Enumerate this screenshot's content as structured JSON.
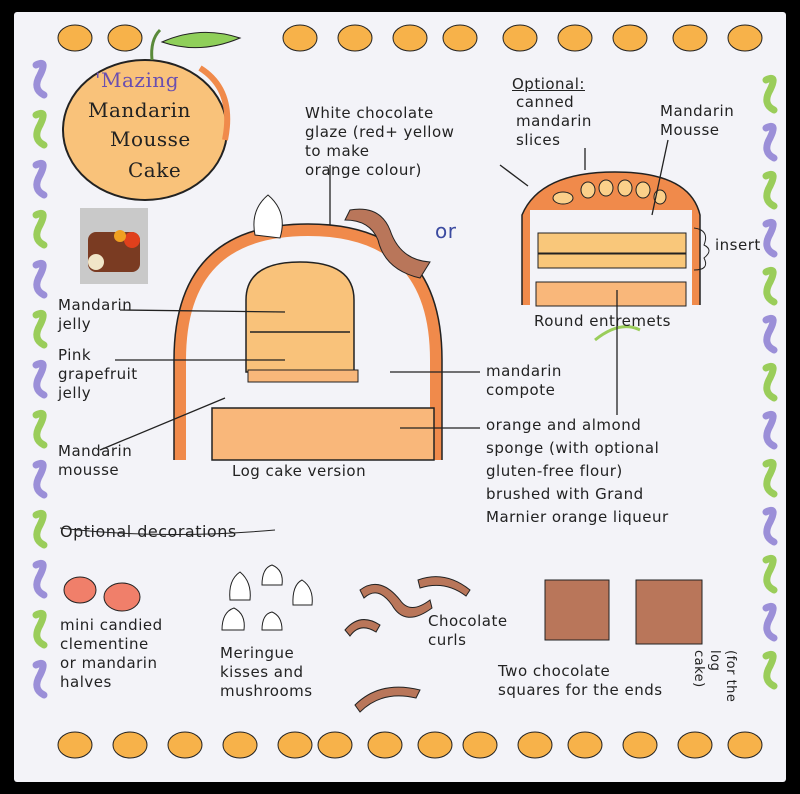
{
  "title": {
    "lines": [
      "'Mazing",
      "Mandarin",
      "Mousse",
      "Cake"
    ]
  },
  "labels": {
    "glaze": "White chocolate\nglaze (red+ yellow\nto make\norange colour)",
    "or": "or",
    "optional_heading": "Optional:",
    "optional_slices": "canned\nmandarin\nslices",
    "mandarin_mousse_round": "Mandarin\nMousse",
    "insert": "insert",
    "round_entremets": "Round entremets",
    "mandarin_jelly": "Mandarin\njelly",
    "pink_grapefruit_jelly": "Pink\ngrapefruit\njelly",
    "mandarin_mousse_log": "Mandarin\nmousse",
    "log_cake_version": "Log cake version",
    "mandarin_compote": "mandarin\ncompote",
    "sponge": "orange and almond\nsponge (with optional\ngluten-free flour)\nbrushed with Grand\nMarnier orange liqueur"
  },
  "decorations": {
    "heading": "Optional decorations",
    "candied": "mini candied\nclementine\nor mandarin\nhalves",
    "meringue": "Meringue\nkisses and\nmushrooms",
    "curls": "Chocolate\ncurls",
    "squares": "Two chocolate\nsquares for the ends",
    "squares_note": "(for the\nlog cake)"
  },
  "colors": {
    "orange": "#f08a4b",
    "light_orange": "#f9c77a",
    "chocolate": "#a0624a",
    "green": "#9acd5a",
    "purple": "#9b8fd8"
  }
}
